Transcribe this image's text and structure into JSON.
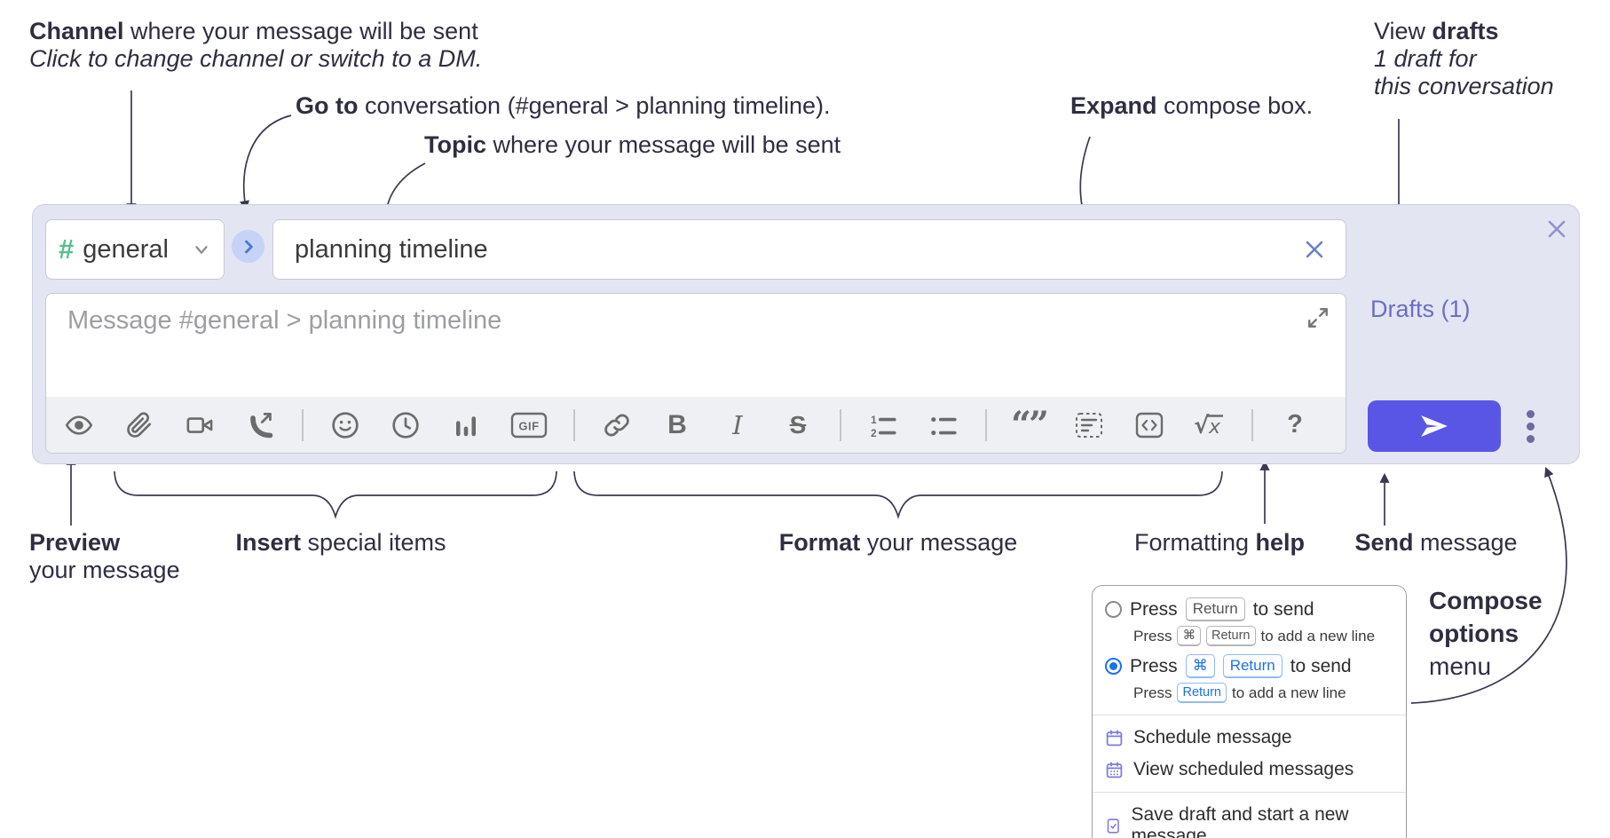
{
  "annotations": {
    "channel": {
      "bold": "Channel",
      "rest": " where your message will be sent",
      "line2": "Click to change channel or switch to a DM."
    },
    "goto": {
      "bold": "Go to",
      "rest": " conversation (#general > planning timeline)."
    },
    "topic": {
      "bold": "Topic",
      "rest": " where your message will be sent"
    },
    "expand": {
      "bold": "Expand",
      "rest": " compose box."
    },
    "view_drafts": {
      "pre": "View ",
      "bold": "drafts",
      "line2": "1 draft for",
      "line3": "this conversation"
    },
    "preview": {
      "bold": "Preview",
      "line2": "your message"
    },
    "insert": {
      "bold": "Insert",
      "rest": " special items"
    },
    "format": {
      "bold": "Format",
      "rest": " your message"
    },
    "help": {
      "pre": "Formatting ",
      "bold": "help"
    },
    "send": {
      "bold": "Send",
      "rest": " message"
    },
    "compose_options": {
      "line1": "Compose",
      "line2": "options",
      "line3": "menu"
    }
  },
  "compose": {
    "channel": {
      "hash": "#",
      "name": "general"
    },
    "topic_value": "planning timeline",
    "message_placeholder": "Message #general > planning timeline",
    "drafts_link": "Drafts (1)",
    "toolbar": {
      "gif": "GIF",
      "bold": "B",
      "italic": "I",
      "strike": "S",
      "quote": "“”",
      "ol_1": "1",
      "ol_2": "2",
      "math_radical": "√",
      "math_var": "x",
      "help": "?"
    }
  },
  "menu": {
    "send_options": [
      {
        "press": "Press",
        "key1": "Return",
        "suffix": "to send",
        "sub_press": "Press",
        "sub_key1": "⌘",
        "sub_key2": "Return",
        "sub_suffix": "to add a new line",
        "selected": false
      },
      {
        "press": "Press",
        "key1": "⌘",
        "key2": "Return",
        "suffix": "to send",
        "sub_press": "Press",
        "sub_key1": "Return",
        "sub_suffix": "to add a new line",
        "selected": true
      }
    ],
    "items": [
      {
        "label": "Schedule message"
      },
      {
        "label": "View scheduled messages"
      },
      {
        "label": "Save draft and start a new message"
      }
    ]
  },
  "colors": {
    "compose_bg": "#e4e5f3",
    "accent_send": "#5956e6",
    "drafts_link": "#6a6fc0",
    "hash_green": "#59bd8e",
    "goto_blue": "#4a76d8",
    "kbd_blue": "#1a73e8",
    "menu_icon_purple": "#7b7ce1",
    "annotation_text": "#2f2e41",
    "toolbar_icon": "#6b6b6b"
  }
}
